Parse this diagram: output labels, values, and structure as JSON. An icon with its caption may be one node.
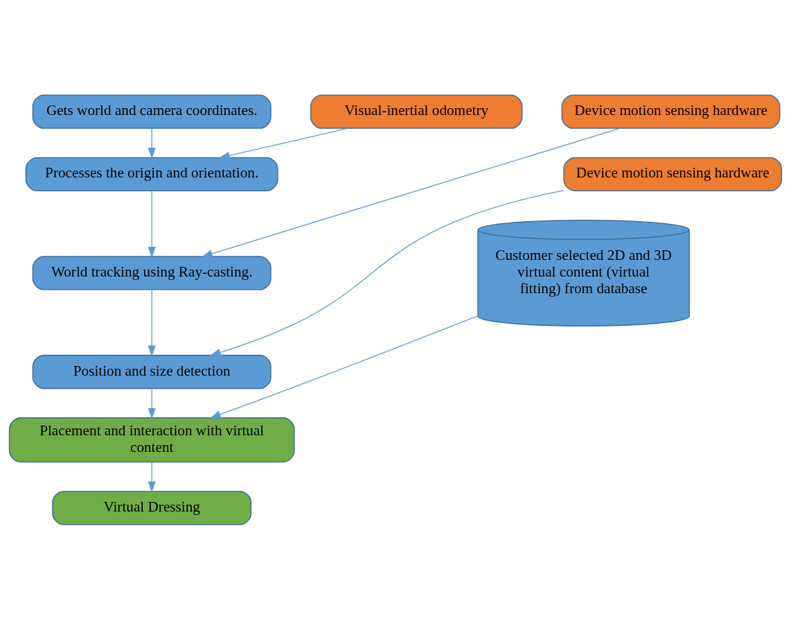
{
  "diagram": {
    "nodes": [
      {
        "text": [
          "Gets world and camera coordinates."
        ]
      },
      {
        "text": [
          "Visual-inertial odometry"
        ]
      },
      {
        "text": [
          "Processes the origin and orientation."
        ]
      },
      {
        "text": [
          "Device motion sensing hardware"
        ]
      },
      {
        "text": [
          "World tracking using Ray-casting."
        ]
      },
      {
        "text": [
          "Device motion sensing hardware"
        ]
      },
      {
        "text": [
          "Position and size detection"
        ]
      },
      {
        "text": [
          "Customer selected 2D and 3D virtual content (virtual fitting) from database"
        ]
      },
      {
        "text": [
          "Placement and interaction with virtual content"
        ]
      },
      {
        "text": [
          "Virtual Dressing"
        ]
      }
    ],
    "edges": [
      {
        "from": 0,
        "to": 2,
        "arrow": "to"
      },
      {
        "from": 1,
        "to": 2,
        "arrow": "to"
      },
      {
        "from": 2,
        "to": 4,
        "arrow": "to"
      },
      {
        "from": 3,
        "to": 4,
        "arrow": "to"
      },
      {
        "from": 4,
        "to": 6,
        "arrow": "to"
      },
      {
        "from": 5,
        "to": 6,
        "arrow": "to"
      },
      {
        "from": 6,
        "to": 8,
        "arrow": "to"
      },
      {
        "from": 7,
        "to": 8,
        "arrow": "to"
      },
      {
        "from": 8,
        "to": 9,
        "arrow": "to"
      }
    ]
  }
}
